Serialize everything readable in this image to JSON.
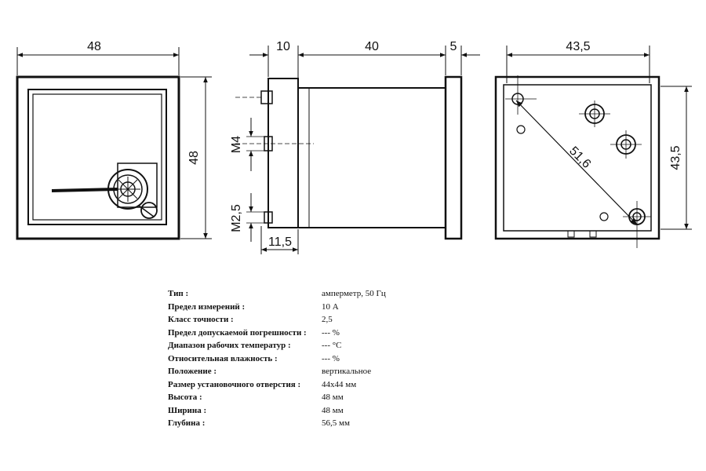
{
  "front_view": {
    "width_label": "48",
    "height_label": "48"
  },
  "side_view": {
    "terminal_len_label": "10",
    "body_len_label": "40",
    "flange_label": "5",
    "thread_upper_label": "M4",
    "thread_lower_label": "M2,5",
    "offset_label": "11,5"
  },
  "back_view": {
    "width_label": "43,5",
    "height_label": "43,5",
    "diagonal_label": "51,6"
  },
  "specs": [
    {
      "key": "Тип :",
      "value": "амперметр, 50 Гц"
    },
    {
      "key": "Предел измерений :",
      "value": "10 А"
    },
    {
      "key": "Класс точности :",
      "value": "2,5"
    },
    {
      "key": "Предел допускаемой погрешности :",
      "value": "--- %"
    },
    {
      "key": "Диапазон рабочих температур :",
      "value": "--- °C"
    },
    {
      "key": "Относительная влажность :",
      "value": "--- %"
    },
    {
      "key": "Положение :",
      "value": "вертикальное"
    },
    {
      "key": "Размер установочного отверстия :",
      "value": "44x44 мм"
    },
    {
      "key": "Высота :",
      "value": "48 мм"
    },
    {
      "key": "Ширина :",
      "value": "48 мм"
    },
    {
      "key": "Глубина :",
      "value": "56,5 мм"
    }
  ]
}
